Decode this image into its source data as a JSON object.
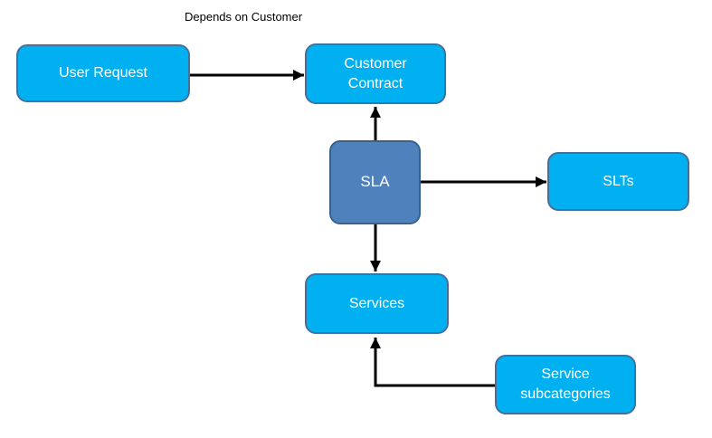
{
  "note": {
    "text": "Depends on Customer"
  },
  "colors": {
    "node_fill": "#00B0F0",
    "node_border": "#44709D",
    "sla_fill": "#4F81BD",
    "sla_border": "#38618C",
    "arrow": "#000000",
    "node_text": "#FFFFFF",
    "note_text": "#000000",
    "canvas_bg": "#FFFFFF"
  },
  "nodes": [
    {
      "id": "user-request",
      "label": "User Request"
    },
    {
      "id": "customer-contract",
      "label": "Customer Contract"
    },
    {
      "id": "sla",
      "label": "SLA"
    },
    {
      "id": "slts",
      "label": "SLTs"
    },
    {
      "id": "services",
      "label": "Services"
    },
    {
      "id": "service-subcategories",
      "label": "Service subcategories"
    }
  ],
  "edges": [
    {
      "from": "user-request",
      "to": "customer-contract",
      "style": "straight"
    },
    {
      "from": "sla",
      "to": "customer-contract",
      "style": "straight"
    },
    {
      "from": "sla",
      "to": "slts",
      "style": "straight"
    },
    {
      "from": "sla",
      "to": "services",
      "style": "straight"
    },
    {
      "from": "service-subcategories",
      "to": "services",
      "style": "elbow"
    }
  ]
}
